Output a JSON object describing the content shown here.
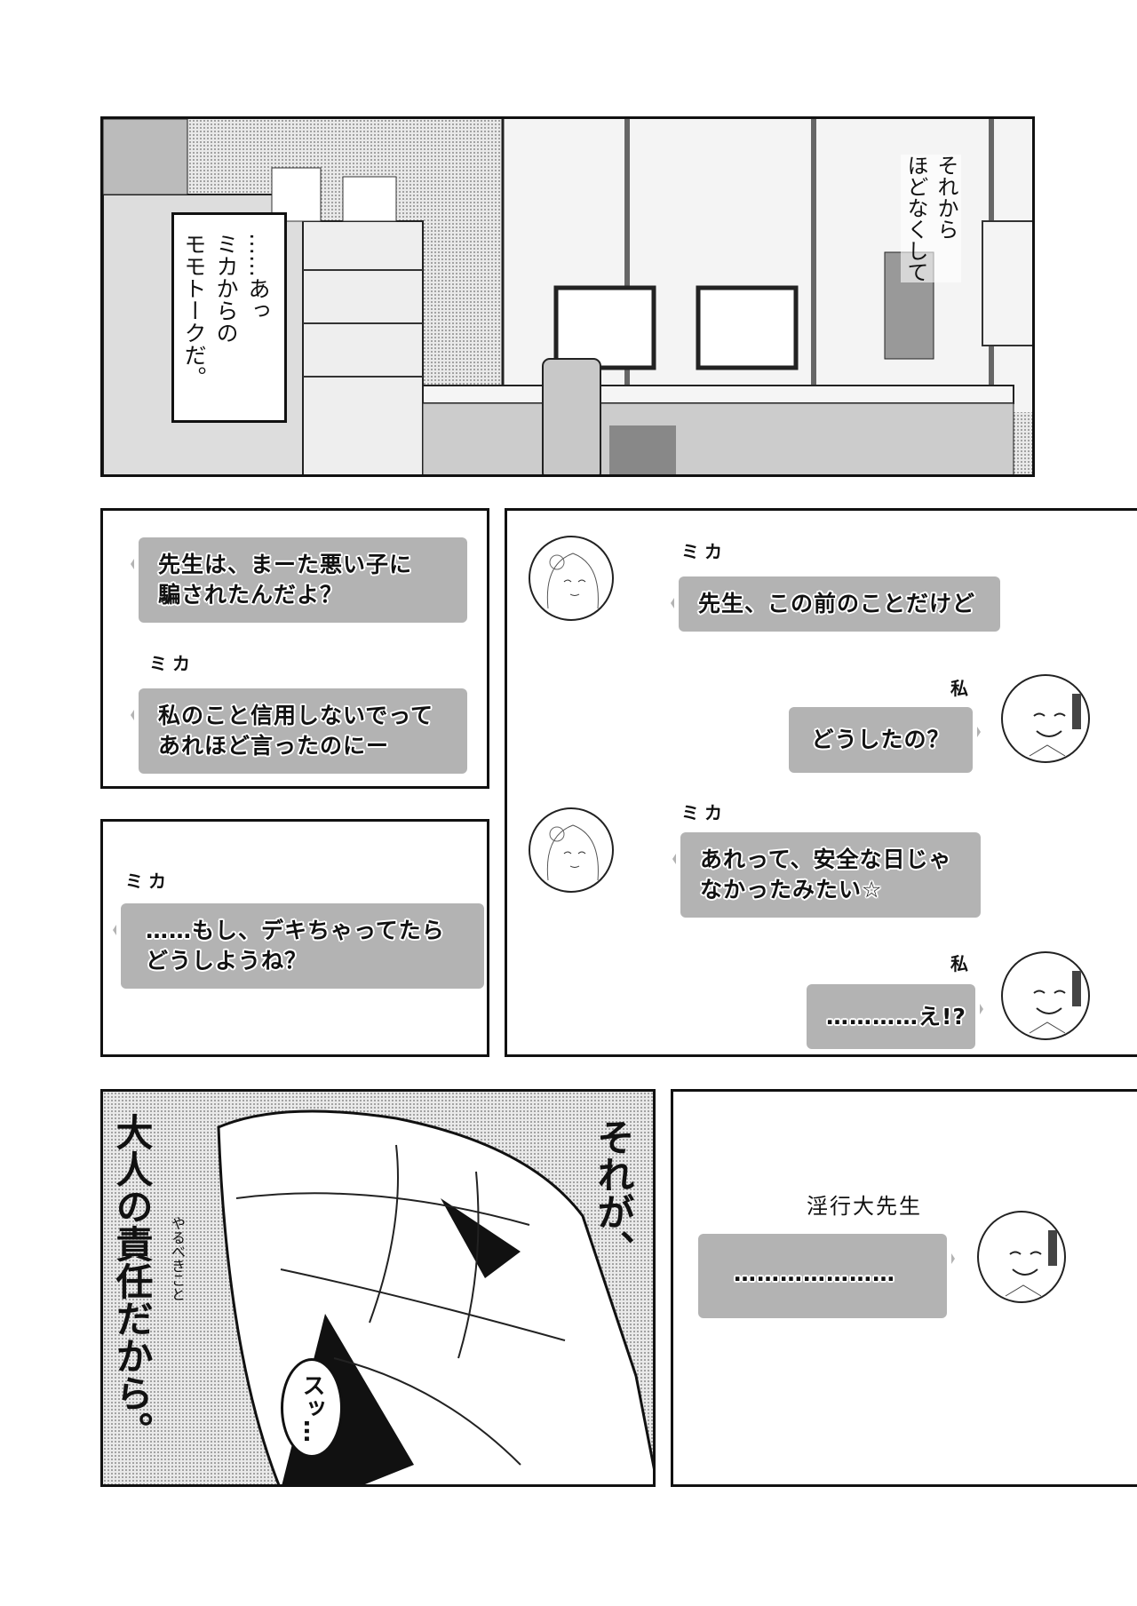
{
  "panel1": {
    "caption_box": [
      "……あっ",
      "ミカからの",
      "モモトークだ。"
    ],
    "narration": [
      "それから",
      "ほどなくして"
    ]
  },
  "panel2": {
    "message1": [
      "先生は、まーた悪い子に",
      "騙されたんだよ？"
    ],
    "sender": "ミカ",
    "message2": [
      "私のこと信用しないでって",
      "あれほど言ったのにー"
    ]
  },
  "panel3": {
    "sender": "ミカ",
    "message": [
      "……もし、デキちゃってたら",
      "どうしようね？"
    ]
  },
  "panel4": {
    "messages": [
      {
        "sender": "ミカ",
        "text": [
          "先生、この前のことだけど"
        ],
        "side": "left"
      },
      {
        "sender": "私",
        "text": [
          "どうしたの？"
        ],
        "side": "right"
      },
      {
        "sender": "ミカ",
        "text": [
          "あれって、安全な日じゃ",
          "なかったみたい☆"
        ],
        "side": "left"
      },
      {
        "sender": "私",
        "text": [
          "…………え!?"
        ],
        "side": "right"
      }
    ]
  },
  "panel5": {
    "main_text": "大人の責任だから。",
    "ruby": "やるべきこと",
    "side_text": "それが、",
    "sfx": "スッ…"
  },
  "panel6": {
    "sender": "淫行大先生",
    "message": "…………………"
  },
  "colors": {
    "bubble": "#b3b3b3",
    "border": "#111111"
  }
}
